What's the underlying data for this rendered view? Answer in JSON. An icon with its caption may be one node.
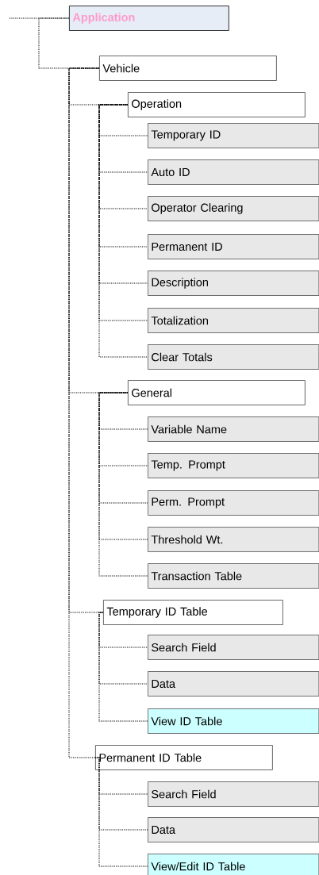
{
  "diagram": {
    "nodes": [
      {
        "text": [
          "Application"
        ]
      },
      {
        "text": [
          "Vehicle"
        ]
      },
      {
        "text": [
          "Operation"
        ]
      },
      {
        "text": [
          "Temporary ID"
        ]
      },
      {
        "text": [
          "Auto ID"
        ]
      },
      {
        "text": [
          "Operator Clearing"
        ]
      },
      {
        "text": [
          "Permanent ID"
        ]
      },
      {
        "text": [
          "Description"
        ]
      },
      {
        "text": [
          "Totalization"
        ]
      },
      {
        "text": [
          "Clear Totals"
        ]
      },
      {
        "text": [
          "General"
        ]
      },
      {
        "text": [
          "Variable Name"
        ]
      },
      {
        "text": [
          "Temp. Prompt"
        ]
      },
      {
        "text": [
          "Perm. Prompt"
        ]
      },
      {
        "text": [
          "Threshold Wt."
        ]
      },
      {
        "text": [
          "Transaction Table"
        ]
      },
      {
        "text": [
          "Temporary ID Table"
        ]
      },
      {
        "text": [
          "Search Field"
        ]
      },
      {
        "text": [
          "Data"
        ]
      },
      {
        "text": [
          "View ID Table"
        ]
      },
      {
        "text": [
          "Permanent ID Table"
        ]
      },
      {
        "text": [
          "Search Field"
        ]
      },
      {
        "text": [
          "Data"
        ]
      },
      {
        "text": [
          "View/Edit ID Table"
        ]
      }
    ],
    "edges": [
      {
        "from": null,
        "to": 0,
        "arrow": "none"
      },
      {
        "from": 0,
        "to": 1,
        "arrow": "none"
      },
      {
        "from": 1,
        "to": 2,
        "arrow": "none"
      },
      {
        "from": 2,
        "to": 3,
        "arrow": "none"
      },
      {
        "from": 2,
        "to": 4,
        "arrow": "none"
      },
      {
        "from": 2,
        "to": 5,
        "arrow": "none"
      },
      {
        "from": 2,
        "to": 6,
        "arrow": "none"
      },
      {
        "from": 2,
        "to": 7,
        "arrow": "none"
      },
      {
        "from": 2,
        "to": 8,
        "arrow": "none"
      },
      {
        "from": 2,
        "to": 9,
        "arrow": "none"
      },
      {
        "from": 1,
        "to": 10,
        "arrow": "none"
      },
      {
        "from": 10,
        "to": 11,
        "arrow": "none"
      },
      {
        "from": 10,
        "to": 12,
        "arrow": "none"
      },
      {
        "from": 10,
        "to": 13,
        "arrow": "none"
      },
      {
        "from": 10,
        "to": 14,
        "arrow": "none"
      },
      {
        "from": 10,
        "to": 15,
        "arrow": "none"
      },
      {
        "from": 1,
        "to": 16,
        "arrow": "none"
      },
      {
        "from": 16,
        "to": 17,
        "arrow": "none"
      },
      {
        "from": 16,
        "to": 18,
        "arrow": "none"
      },
      {
        "from": 16,
        "to": 19,
        "arrow": "none"
      },
      {
        "from": 1,
        "to": 20,
        "arrow": "none"
      },
      {
        "from": 20,
        "to": 21,
        "arrow": "none"
      },
      {
        "from": 20,
        "to": 22,
        "arrow": "none"
      },
      {
        "from": 20,
        "to": 23,
        "arrow": "none"
      }
    ]
  }
}
